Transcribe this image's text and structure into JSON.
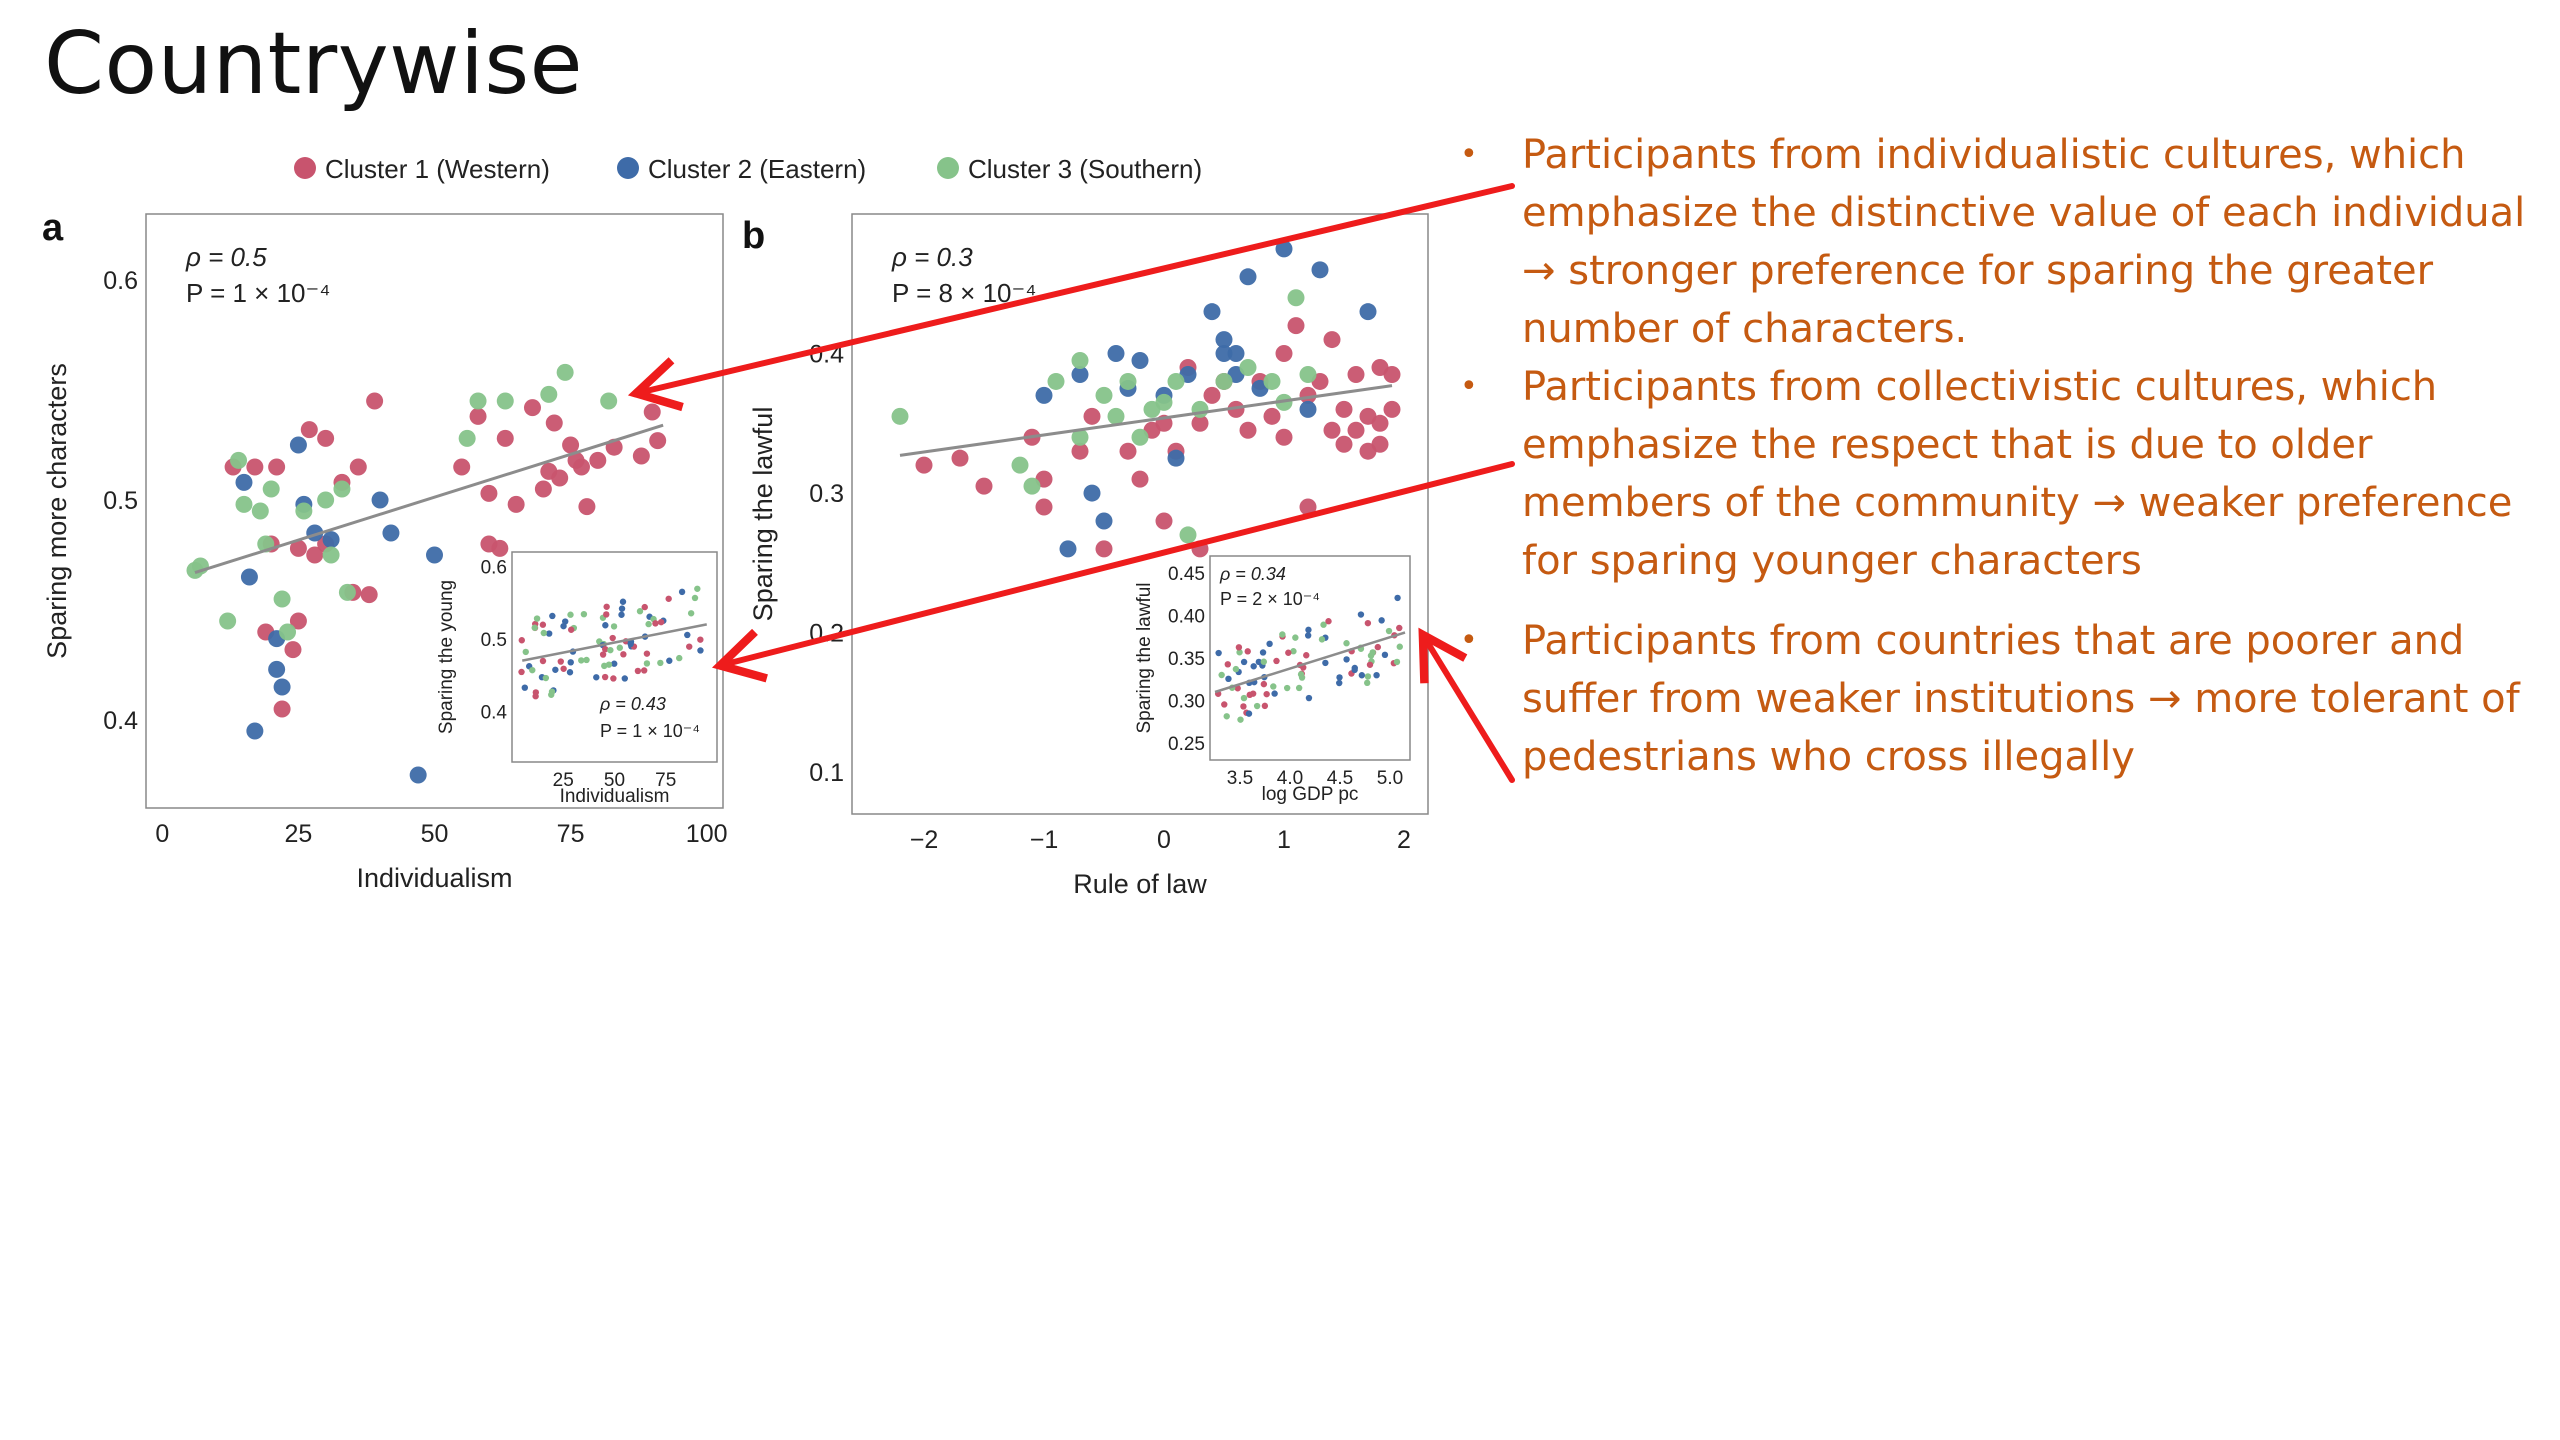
{
  "title": "Countrywise",
  "colors": {
    "cluster1": "#C8546E",
    "cluster2": "#3E6BA8",
    "cluster3": "#86C38A",
    "trend": "#8C8C8C",
    "arrow": "#EE1C1C",
    "bullet_text": "#C55A11"
  },
  "legend": [
    {
      "label": "Cluster 1 (Western)",
      "color": "#C8546E"
    },
    {
      "label": "Cluster 2 (Eastern)",
      "color": "#3E6BA8"
    },
    {
      "label": "Cluster 3 (Southern)",
      "color": "#86C38A"
    }
  ],
  "bullets": [
    {
      "lines": [
        "Participants from individualistic cultures, which",
        "emphasize the distinctive value of each individual",
        "→ stronger preference for sparing the greater",
        "number of characters."
      ]
    },
    {
      "lines": [
        "Participants from collectivistic cultures, which",
        "emphasize the respect that is due to older",
        "members of the community → weaker preference",
        "for sparing younger characters"
      ]
    },
    {
      "lines": [
        "Participants from countries that are poorer and",
        "suffer from weaker institutions → more tolerant of",
        "pedestrians who cross illegally"
      ]
    }
  ],
  "chart_data": [
    {
      "panel": "a",
      "type": "scatter",
      "xlabel": "Individualism",
      "ylabel": "Sparing more characters",
      "xlim": [
        -3,
        103
      ],
      "ylim": [
        0.36,
        0.63
      ],
      "xticks": [
        0,
        25,
        50,
        75,
        100
      ],
      "yticks": [
        0.4,
        0.5,
        0.6
      ],
      "annotation": [
        "ρ = 0.5",
        "P = 1 × 10⁻⁴"
      ],
      "trend": [
        [
          6,
          0.467
        ],
        [
          92,
          0.534
        ]
      ],
      "series": [
        {
          "name": "Cluster 1 (Western)",
          "color": "#C8546E",
          "points": [
            [
              13,
              0.515
            ],
            [
              17,
              0.515
            ],
            [
              21,
              0.515
            ],
            [
              27,
              0.532
            ],
            [
              30,
              0.528
            ],
            [
              33,
              0.508
            ],
            [
              36,
              0.515
            ],
            [
              39,
              0.545
            ],
            [
              35,
              0.458
            ],
            [
              38,
              0.457
            ],
            [
              20,
              0.48
            ],
            [
              25,
              0.478
            ],
            [
              28,
              0.475
            ],
            [
              30,
              0.48
            ],
            [
              24,
              0.432
            ],
            [
              25,
              0.445
            ],
            [
              22,
              0.405
            ],
            [
              19,
              0.44
            ],
            [
              55,
              0.515
            ],
            [
              60,
              0.503
            ],
            [
              58,
              0.538
            ],
            [
              63,
              0.528
            ],
            [
              65,
              0.498
            ],
            [
              62,
              0.478
            ],
            [
              60,
              0.48
            ],
            [
              68,
              0.542
            ],
            [
              72,
              0.535
            ],
            [
              70,
              0.505
            ],
            [
              71,
              0.513
            ],
            [
              73,
              0.51
            ],
            [
              75,
              0.525
            ],
            [
              77,
              0.515
            ],
            [
              76,
              0.518
            ],
            [
              78,
              0.497
            ],
            [
              80,
              0.518
            ],
            [
              83,
              0.524
            ],
            [
              90,
              0.54
            ],
            [
              91,
              0.527
            ],
            [
              88,
              0.52
            ]
          ]
        },
        {
          "name": "Cluster 2 (Eastern)",
          "color": "#3E6BA8",
          "points": [
            [
              15,
              0.508
            ],
            [
              16,
              0.465
            ],
            [
              17,
              0.395
            ],
            [
              21,
              0.437
            ],
            [
              21,
              0.423
            ],
            [
              22,
              0.415
            ],
            [
              25,
              0.525
            ],
            [
              26,
              0.498
            ],
            [
              28,
              0.485
            ],
            [
              31,
              0.482
            ],
            [
              40,
              0.5
            ],
            [
              42,
              0.485
            ],
            [
              47,
              0.375
            ],
            [
              50,
              0.475
            ]
          ]
        },
        {
          "name": "Cluster 3 (Southern)",
          "color": "#86C38A",
          "points": [
            [
              6,
              0.468
            ],
            [
              7,
              0.47
            ],
            [
              12,
              0.445
            ],
            [
              14,
              0.518
            ],
            [
              15,
              0.498
            ],
            [
              18,
              0.495
            ],
            [
              19,
              0.48
            ],
            [
              20,
              0.505
            ],
            [
              22,
              0.455
            ],
            [
              23,
              0.44
            ],
            [
              26,
              0.495
            ],
            [
              30,
              0.5
            ],
            [
              31,
              0.475
            ],
            [
              33,
              0.505
            ],
            [
              34,
              0.458
            ],
            [
              56,
              0.528
            ],
            [
              58,
              0.545
            ],
            [
              63,
              0.545
            ],
            [
              71,
              0.548
            ],
            [
              74,
              0.558
            ],
            [
              82,
              0.545
            ]
          ]
        }
      ],
      "inset": {
        "xlabel": "Individualism",
        "ylabel": "Sparing the young",
        "xticks": [
          25,
          50,
          75
        ],
        "yticks": [
          0.4,
          0.5,
          0.6
        ],
        "xlim": [
          0,
          100
        ],
        "ylim": [
          0.33,
          0.62
        ],
        "annotation": [
          "ρ = 0.43",
          "P = 1 × 10⁻⁴"
        ],
        "trend": [
          [
            5,
            0.47
          ],
          [
            95,
            0.52
          ]
        ]
      }
    },
    {
      "panel": "b",
      "type": "scatter",
      "xlabel": "Rule of law",
      "ylabel": "Sparing the lawful",
      "xlim": [
        -2.6,
        2.2
      ],
      "ylim": [
        0.07,
        0.5
      ],
      "xticks": [
        -2,
        -1,
        0,
        1,
        2
      ],
      "yticks": [
        0.1,
        0.2,
        0.3,
        0.4
      ],
      "annotation": [
        "ρ = 0.3",
        "P = 8 × 10⁻⁴"
      ],
      "trend": [
        [
          -2.2,
          0.327
        ],
        [
          1.9,
          0.377
        ]
      ],
      "series": [
        {
          "name": "Cluster 1 (Western)",
          "color": "#C8546E",
          "points": [
            [
              -2.0,
              0.32
            ],
            [
              -1.7,
              0.325
            ],
            [
              -1.5,
              0.305
            ],
            [
              -1.1,
              0.34
            ],
            [
              -1.0,
              0.29
            ],
            [
              -0.7,
              0.33
            ],
            [
              -0.6,
              0.355
            ],
            [
              -0.3,
              0.33
            ],
            [
              -0.2,
              0.31
            ],
            [
              -0.1,
              0.345
            ],
            [
              0.0,
              0.35
            ],
            [
              0.1,
              0.33
            ],
            [
              0.2,
              0.39
            ],
            [
              0.3,
              0.35
            ],
            [
              0.4,
              0.37
            ],
            [
              0.5,
              0.38
            ],
            [
              0.6,
              0.36
            ],
            [
              0.7,
              0.345
            ],
            [
              0.8,
              0.38
            ],
            [
              0.9,
              0.355
            ],
            [
              1.0,
              0.34
            ],
            [
              1.0,
              0.4
            ],
            [
              1.1,
              0.42
            ],
            [
              1.2,
              0.37
            ],
            [
              1.3,
              0.38
            ],
            [
              1.4,
              0.41
            ],
            [
              1.5,
              0.36
            ],
            [
              1.6,
              0.345
            ],
            [
              1.6,
              0.385
            ],
            [
              1.7,
              0.33
            ],
            [
              1.7,
              0.355
            ],
            [
              1.8,
              0.35
            ],
            [
              1.8,
              0.39
            ],
            [
              1.9,
              0.36
            ],
            [
              1.9,
              0.385
            ],
            [
              1.5,
              0.335
            ],
            [
              1.4,
              0.345
            ],
            [
              0.0,
              0.28
            ],
            [
              -0.5,
              0.26
            ],
            [
              -1.0,
              0.31
            ],
            [
              1.2,
              0.29
            ],
            [
              1.8,
              0.335
            ],
            [
              0.3,
              0.26
            ]
          ]
        },
        {
          "name": "Cluster 2 (Eastern)",
          "color": "#3E6BA8",
          "points": [
            [
              -1.0,
              0.37
            ],
            [
              -0.7,
              0.385
            ],
            [
              -0.6,
              0.3
            ],
            [
              -0.4,
              0.4
            ],
            [
              -0.3,
              0.375
            ],
            [
              -0.2,
              0.395
            ],
            [
              0.0,
              0.37
            ],
            [
              0.2,
              0.385
            ],
            [
              0.4,
              0.43
            ],
            [
              0.5,
              0.4
            ],
            [
              0.6,
              0.4
            ],
            [
              0.7,
              0.455
            ],
            [
              0.8,
              0.375
            ],
            [
              1.0,
              0.475
            ],
            [
              1.2,
              0.36
            ],
            [
              1.3,
              0.46
            ],
            [
              1.7,
              0.43
            ],
            [
              -0.5,
              0.28
            ],
            [
              -0.8,
              0.26
            ],
            [
              0.1,
              0.325
            ],
            [
              0.5,
              0.41
            ],
            [
              0.6,
              0.385
            ]
          ]
        },
        {
          "name": "Cluster 3 (Southern)",
          "color": "#86C38A",
          "points": [
            [
              -2.2,
              0.355
            ],
            [
              -1.2,
              0.32
            ],
            [
              -1.1,
              0.305
            ],
            [
              -0.9,
              0.38
            ],
            [
              -0.7,
              0.395
            ],
            [
              -0.5,
              0.37
            ],
            [
              -0.4,
              0.355
            ],
            [
              -0.3,
              0.38
            ],
            [
              -0.2,
              0.34
            ],
            [
              -0.1,
              0.36
            ],
            [
              0.0,
              0.365
            ],
            [
              0.1,
              0.38
            ],
            [
              0.3,
              0.36
            ],
            [
              0.5,
              0.38
            ],
            [
              0.7,
              0.39
            ],
            [
              0.9,
              0.38
            ],
            [
              1.0,
              0.365
            ],
            [
              1.1,
              0.44
            ],
            [
              1.2,
              0.385
            ],
            [
              0.2,
              0.27
            ],
            [
              -0.7,
              0.34
            ]
          ]
        }
      ],
      "inset": {
        "xlabel": "log GDP pc",
        "ylabel": "Sparing the lawful",
        "xticks": [
          3.5,
          4.0,
          4.5,
          5.0
        ],
        "xtick_labels": [
          "3.5",
          "4.0",
          "4.5",
          "5.0"
        ],
        "yticks": [
          0.25,
          0.3,
          0.35,
          0.4,
          0.45
        ],
        "ytick_labels": [
          "0.25",
          "0.30",
          "0.35",
          "0.40",
          "0.45"
        ],
        "xlim": [
          3.2,
          5.2
        ],
        "ylim": [
          0.23,
          0.47
        ],
        "annotation": [
          "ρ = 0.34",
          "P = 2 × 10⁻⁴"
        ],
        "trend": [
          [
            3.25,
            0.31
          ],
          [
            5.15,
            0.38
          ]
        ]
      }
    }
  ]
}
